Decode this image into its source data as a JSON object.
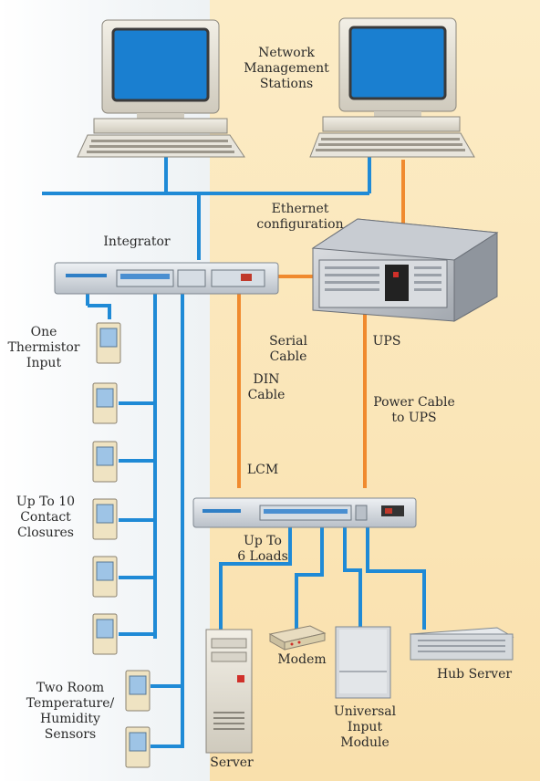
{
  "labels": {
    "stations": "Network\nManagement\nStations",
    "ethernet": "Ethernet\nconfiguration",
    "integrator": "Integrator",
    "serial": "Serial\nCable",
    "ups": "UPS",
    "din": "DIN\nCable",
    "power": "Power Cable\nto UPS",
    "lcm": "LCM",
    "loads": "Up To\n6 Loads",
    "thermistor": "One\nThermistor\nInput",
    "contact": "Up To 10\nContact\nClosures",
    "sensors": "Two Room\nTemperature/\nHumidity\nSensors",
    "modem": "Modem",
    "hub": "Hub Server",
    "uim": "Universal\nInput\nModule",
    "server": "Server"
  },
  "colors": {
    "ethernet_line": "#1f8ad6",
    "orange_line": "#f08a2e",
    "screen": "#1a7fd0",
    "right_bg": "#fbe5b5"
  },
  "icons": {
    "computer": "desktop-computer-icon",
    "rack": "rack-unit-icon",
    "sensor": "wall-sensor-icon",
    "ups": "ups-cabinet-icon",
    "server": "tower-server-icon",
    "modem": "modem-icon",
    "uim": "input-module-icon",
    "hub": "hub-server-icon"
  }
}
